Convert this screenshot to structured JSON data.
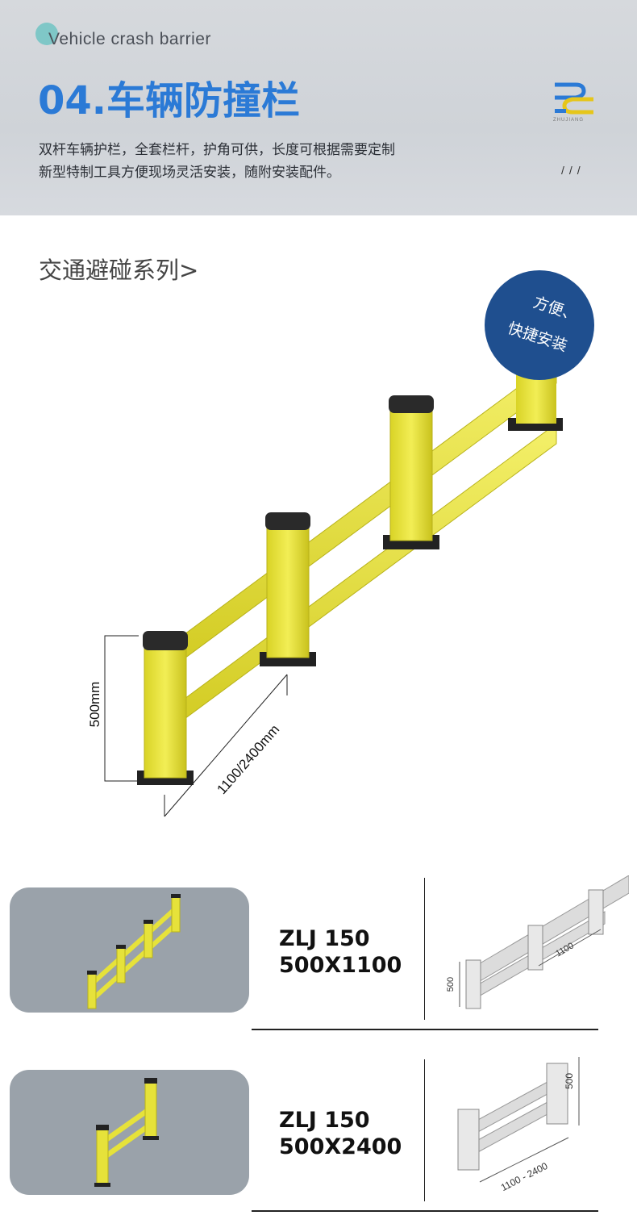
{
  "header": {
    "subtitle_en": "Vehicle crash barrier",
    "title": "04.车辆防撞栏",
    "desc_line1": "双杆车辆护栏，全套栏杆，护角可供，长度可根据需要定制",
    "desc_line2": "新型特制工具方便现场灵活安装，随附安装配件。",
    "slashes": "///",
    "logo_text": "ZHUJIANG"
  },
  "section_title": "交通避碰系列>",
  "badge": {
    "line1": "方便、",
    "line2": "快捷安装"
  },
  "main_dimensions": {
    "height": "500mm",
    "length": "1100/2400mm"
  },
  "products": [
    {
      "model": "ZLJ 150",
      "size": "500X1100",
      "dim_height": "500",
      "dim_length": "1100"
    },
    {
      "model": "ZLJ 150",
      "size": "500X2400",
      "dim_height": "500",
      "dim_length": "1100 - 2400"
    }
  ],
  "colors": {
    "title_blue": "#2b7ad6",
    "badge_blue": "#1f4f8f",
    "barrier_yellow": "#e6e23a",
    "card_gray": "#9aa2aa"
  }
}
